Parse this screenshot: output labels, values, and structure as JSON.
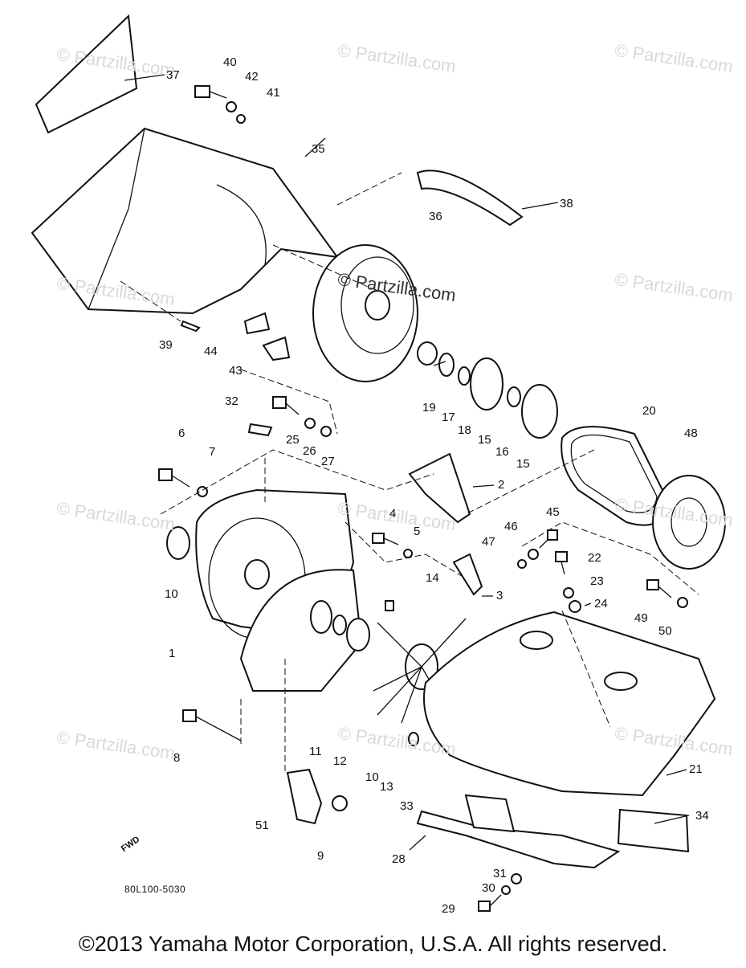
{
  "watermark": "© Partzilla.com",
  "diagram_code": "80L100-5030",
  "fwd_label": "FWD",
  "copyright": "©2013 Yamaha Motor Corporation, U.S.A. All rights reserved.",
  "callouts": [
    "1",
    "2",
    "3",
    "4",
    "5",
    "6",
    "7",
    "8",
    "9",
    "10",
    "10",
    "10",
    "11",
    "12",
    "13",
    "14",
    "15",
    "15",
    "16",
    "17",
    "18",
    "19",
    "20",
    "21",
    "22",
    "23",
    "24",
    "25",
    "26",
    "27",
    "28",
    "29",
    "30",
    "31",
    "32",
    "33",
    "34",
    "35",
    "36",
    "37",
    "38",
    "39",
    "40",
    "41",
    "42",
    "43",
    "44",
    "45",
    "46",
    "47",
    "48",
    "49",
    "50",
    "51"
  ]
}
